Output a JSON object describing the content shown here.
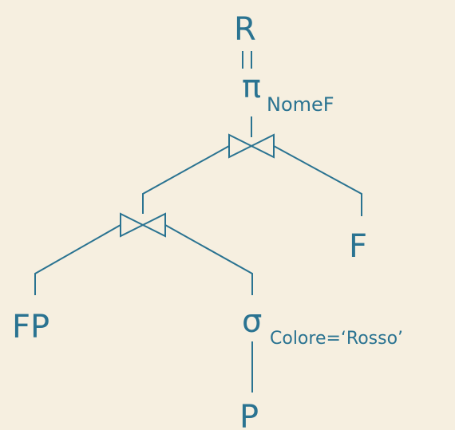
{
  "colors": {
    "background": "#f6efe0",
    "ink": "#2a7391"
  },
  "nodes": {
    "result": "R",
    "projection": {
      "symbol": "π",
      "attribute": "NomeF"
    },
    "relation_f": "F",
    "relation_fp": "FP",
    "selection": {
      "symbol": "σ",
      "condition": "Colore=‘Rosso’"
    },
    "relation_p": "P"
  }
}
